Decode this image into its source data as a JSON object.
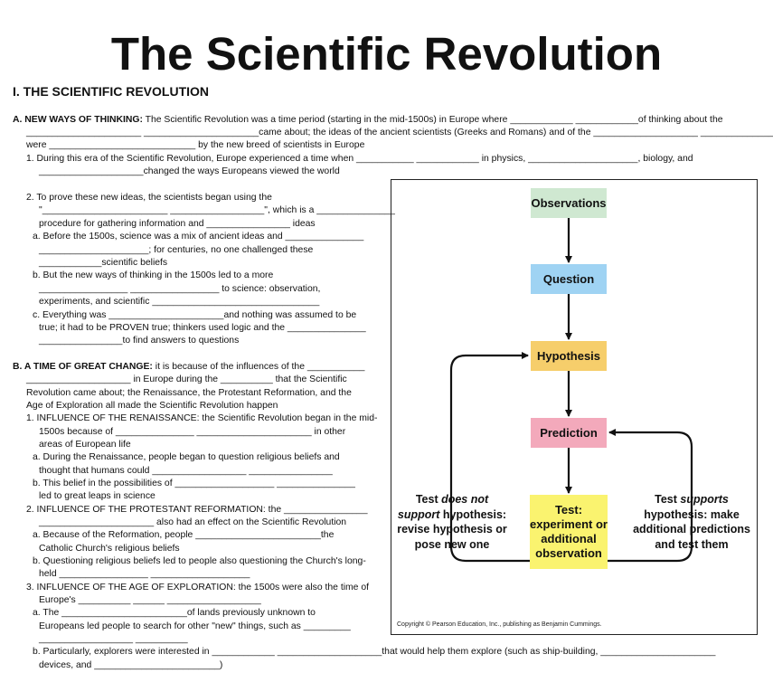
{
  "title": "The Scientific Revolution",
  "section_heading": "I. THE SCIENTIFIC REVOLUTION",
  "worksheet": {
    "a_label": "A.  NEW WAYS OF THINKING:",
    "a_line1": " The Scientific Revolution was a time period (starting in the mid-1500s) in Europe where ____________ ____________of thinking about the",
    "a_line2": "______________________ ______________________came about; the ideas of the ancient scientists (Greeks and Romans) and of the ____________________ _________________",
    "a_line3": "were ____________________________ by the new breed of scientists in Europe",
    "a1_line1": "1. During this era of the Scientific Revolution, Europe experienced a time when ___________ ____________ in physics, _____________________, biology, and",
    "a1_line2": "____________________changed the ways Europeans viewed the world",
    "a2_line1": "2.  To prove these new ideas, the scientists began using the",
    "a2_line2": "\"________________________ __________________\", which is a _______________",
    "a2_line3": "procedure for gathering information and ________________ ideas",
    "a2a_line1": "a. Before the 1500s, science was a mix of ancient ideas and _______________",
    "a2a_line2": "_____________________; for centuries, no one challenged these",
    "a2a_line3": "____________scientific beliefs",
    "a2b_line1": "b. But the new ways of thinking in the 1500s led to a more",
    "a2b_line2": "_________________ _________________ to science: observation,",
    "a2b_line3": "experiments, and scientific ________________________________",
    "a2c_line1": "c. Everything was ______________________and nothing was assumed to be",
    "a2c_line2": "true; it had to be PROVEN true; thinkers used logic and the _______________",
    "a2c_line3": "________________to find answers to questions",
    "b_label": "B. A TIME OF GREAT CHANGE:",
    "b_line1": " it is because of the influences of the ___________",
    "b_line2": "____________________ in Europe during the __________ that the Scientific",
    "b_line3": "Revolution came about; the Renaissance, the Protestant Reformation, and the",
    "b_line4": "Age of Exploration all made the Scientific Revolution happen",
    "b1_line1": "1. INFLUENCE OF THE RENAISSANCE: the Scientific Revolution began in the mid-",
    "b1_line2": "1500s because of _______________ ______________________ in other",
    "b1_line3": "areas of European life",
    "b1a_line1": "a. During the Renaissance, people began to question religious beliefs and",
    "b1a_line2": "thought that humans could __________________ ________________",
    "b1b_line1": "b. This belief in the possibilities of ___________________ _______________",
    "b1b_line2": "led to great leaps in science",
    "b2_line1": "2. INFLUENCE OF THE PROTESTANT REFORMATION: the ________________",
    "b2_line2": "______________________ also had an effect on the Scientific Revolution",
    "b2a_line1": "a. Because of the Reformation, people ________________________the",
    "b2a_line2": "Catholic Church's religious beliefs",
    "b2b_line1": "b. Questioning religious beliefs led to people also questioning the Church's long-",
    "b2b_line2": "held _________________ ___________________",
    "b3_line1": "3. INFLUENCE OF THE AGE OF EXPLORATION: the 1500s were also the time of",
    "b3_line2": "Europe's __________ ______ __________________",
    "b3a_line1": "a. The ________________________of lands previously unknown to",
    "b3a_line2": "Europeans led people to search for other \"new\" things, such as _________",
    "b3a_line3": "__________________ __________",
    "b3b_line1": "b. Particularly, explorers were interested in ____________ ____________________that would help them explore (such as ship-building, ______________________",
    "b3b_line2": "devices, and ________________________)"
  },
  "diagram": {
    "steps": [
      "Observations",
      "Question",
      "Hypothesis",
      "Prediction"
    ],
    "test_box": [
      "Test:",
      "experiment or",
      "additional",
      "observation"
    ],
    "left_note": {
      "part1": "Test ",
      "part2": "does not",
      "part3": "support",
      "part4": " hypothesis: revise hypothesis or pose new one"
    },
    "right_note": {
      "part1": "Test ",
      "part2": "supports",
      "part3": " hypothesis: make additional predictions and test them"
    },
    "copyright": "Copyright © Pearson Education, Inc., publishing as Benjamin Cummings.",
    "colors": {
      "observations": "#cfe8d1",
      "question": "#9fd3f3",
      "hypothesis": "#f6ce6b",
      "prediction": "#f3a9bb",
      "test": "#faf36f"
    }
  }
}
